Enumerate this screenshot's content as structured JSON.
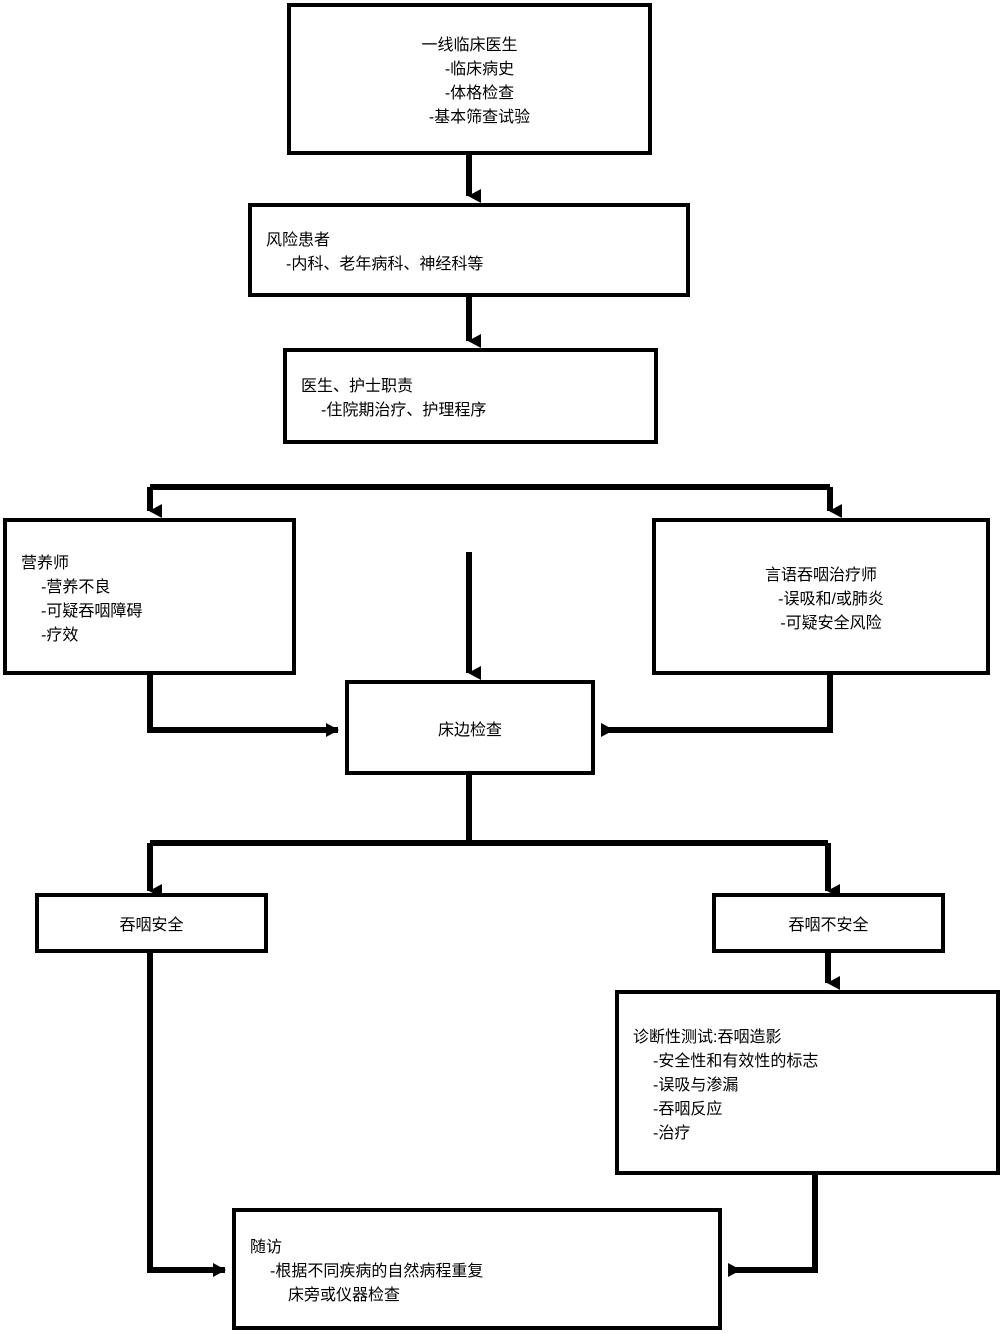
{
  "diagram": {
    "type": "flowchart",
    "orientation": "top-down",
    "language": "zh-CN",
    "line_color": "#000000",
    "box_fill": "#ffffff",
    "nodes": [
      {
        "id": "frontline-clinician",
        "title": "一线临床医生",
        "items": [
          "-临床病史",
          "-体格检查",
          "-基本筛查试验"
        ]
      },
      {
        "id": "at-risk-patients",
        "title": "风险患者",
        "items": [
          "-内科、老年病科、神经科等"
        ]
      },
      {
        "id": "doctor-nurse-duty",
        "title": "医生、护士职责",
        "items": [
          "-住院期治疗、护理程序"
        ]
      },
      {
        "id": "dietitian",
        "title": "营养师",
        "items": [
          "-营养不良",
          "-可疑吞咽障碍",
          "-疗效"
        ]
      },
      {
        "id": "speech-swallow-therapist",
        "title": "言语吞咽治疗师",
        "items": [
          "-误吸和/或肺炎",
          "-可疑安全风险"
        ]
      },
      {
        "id": "bedside-exam",
        "title": "床边检查",
        "items": []
      },
      {
        "id": "swallow-safe",
        "title": "吞咽安全",
        "items": []
      },
      {
        "id": "swallow-unsafe",
        "title": "吞咽不安全",
        "items": []
      },
      {
        "id": "diagnostic-test",
        "title": "诊断性测试:吞咽造影",
        "items": [
          "-安全性和有效性的标志",
          "-误吸与渗漏",
          "-吞咽反应",
          "-治疗"
        ]
      },
      {
        "id": "follow-up",
        "title": "随访",
        "items": [
          "-根据不同疾病的自然病程重复",
          "床旁或仪器检查"
        ]
      }
    ]
  }
}
